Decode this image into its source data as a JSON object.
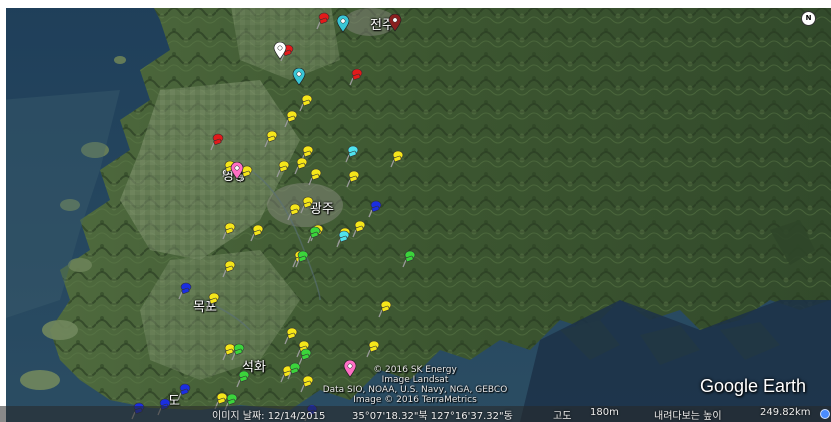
{
  "places": [
    {
      "id": "jeonju",
      "label": "전주"
    },
    {
      "id": "yeonggwang",
      "label": "영광"
    },
    {
      "id": "gwangju",
      "label": "광주"
    },
    {
      "id": "mokpo",
      "label": "목포"
    },
    {
      "id": "seokhwa",
      "label": "석화"
    },
    {
      "id": "jindo",
      "label": "도"
    }
  ],
  "credits": {
    "line1": "© 2016 SK Energy",
    "line2": "Image Landsat",
    "line3": "Data SIO, NOAA, U.S. Navy, NGA, GEBCO",
    "line4": "Image © 2016 TerraMetrics"
  },
  "logo": "Google Earth",
  "status": {
    "date_label": "이미지 날짜: 12/14/2015",
    "coordinates": "35°07'18.32\"북 127°16'37.32\"동",
    "elevation_label": "고도",
    "elevation_value": "180m",
    "eye_alt_label": "내려다보는 높이",
    "eye_alt_value": "249.82km"
  },
  "compass": "N",
  "pin_colors": {
    "yellow": "#f5e61a",
    "red": "#e21a1a",
    "green": "#3bd43b",
    "blue": "#1a2ee2",
    "cyan": "#4fe3ee",
    "pink": "#ff6fc4",
    "white": "#ffffff",
    "teal_drop": "#39c6d6",
    "darkred_drop": "#8a1f1f"
  }
}
